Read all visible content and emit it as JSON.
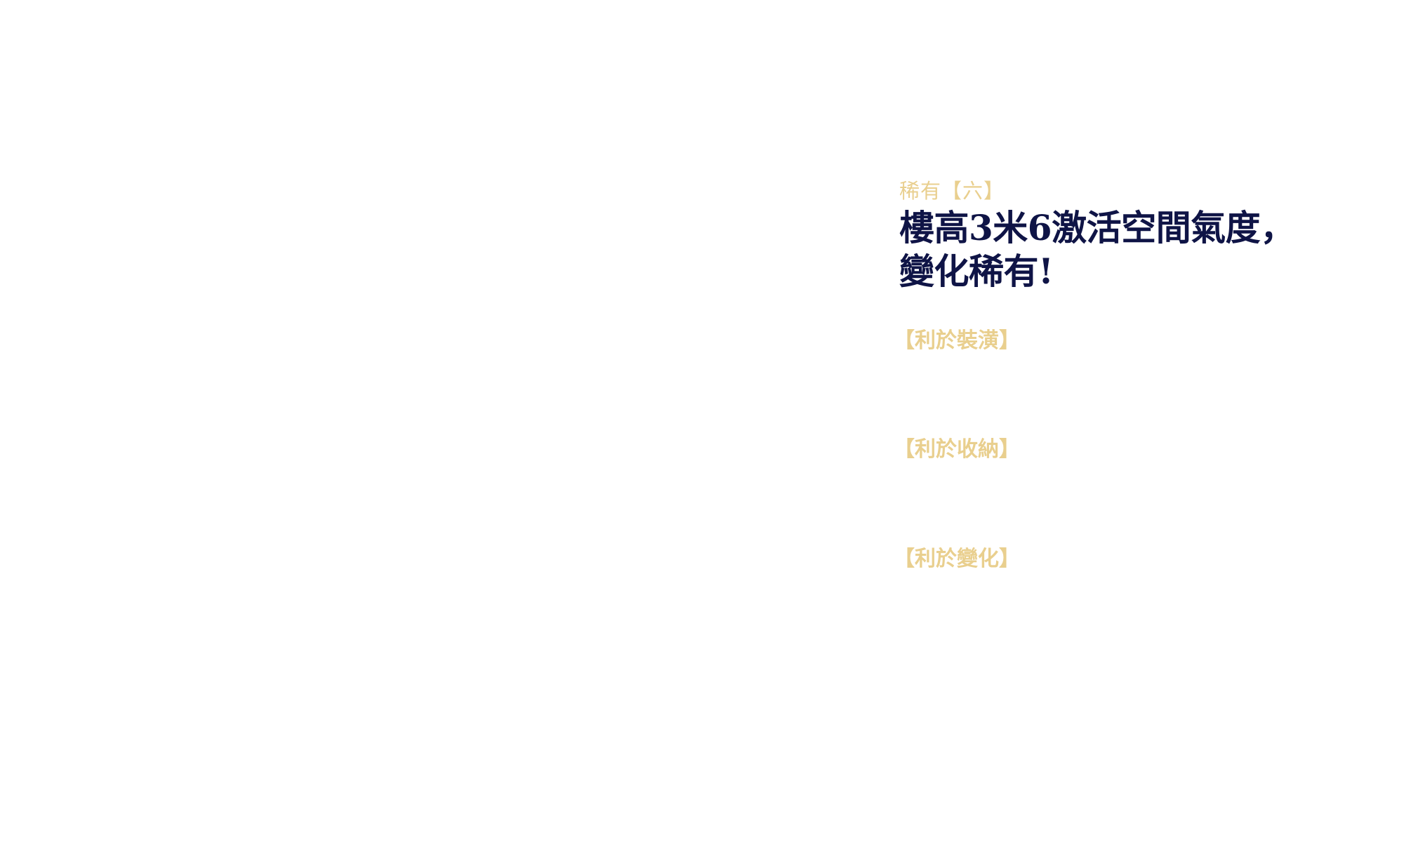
{
  "colors": {
    "background": "#ffffff",
    "accent_gold": "#e9cf8e",
    "title_navy": "#0f1446"
  },
  "section": {
    "eyebrow": "稀有【六】",
    "headline_line1": "樓高3米6激活空間氣度，",
    "headline_line2": "變化稀有!",
    "features": [
      {
        "label": "【利於裝潢】"
      },
      {
        "label": "【利於收納】"
      },
      {
        "label": "【利於變化】"
      }
    ]
  }
}
